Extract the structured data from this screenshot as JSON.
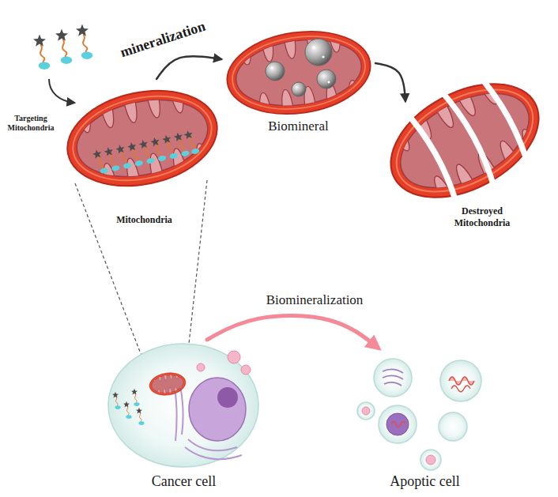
{
  "diagram": {
    "nodes": [
      {
        "text": [
          "Mitochondria"
        ]
      },
      {
        "text": [
          "Biomineral"
        ]
      },
      {
        "text": [
          "Destroyed Mitochondria"
        ]
      },
      {
        "text": [
          "Cancer cell"
        ]
      },
      {
        "text": [
          "Apoptic cell"
        ]
      }
    ],
    "edges": [
      {
        "from": 0,
        "to": 1,
        "label": "mineralization",
        "arrow": "to"
      },
      {
        "from": 1,
        "to": 2,
        "arrow": "to"
      },
      {
        "from": 3,
        "to": 4,
        "label": "Biomineralization",
        "arrow": "to"
      }
    ],
    "labels": [
      "Targeting Mitochondria"
    ]
  }
}
